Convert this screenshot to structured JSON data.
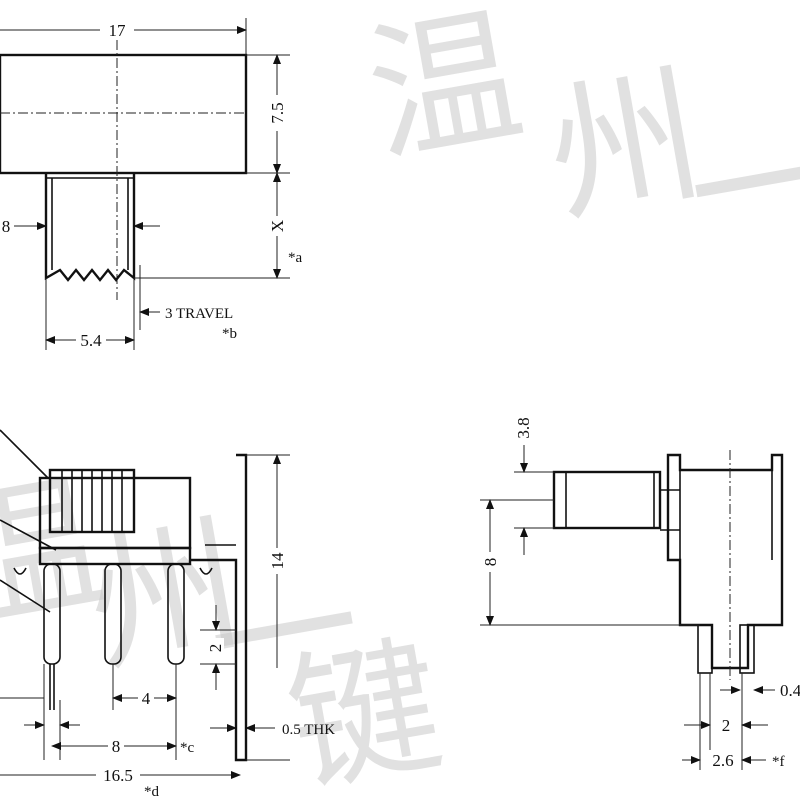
{
  "watermark": {
    "text": "温州一键"
  },
  "top_view": {
    "dim_width": "17",
    "dim_height": "7.5",
    "dim_actuator_width": "8",
    "dim_actuator_height": "X",
    "note_a": "*a",
    "dim_actuator_base": "5.4",
    "travel_label": "3 TRAVEL",
    "note_b": "*b"
  },
  "front_view": {
    "dim_height": "14",
    "dim_pin_length": "2",
    "dim_pin_pitch": "4",
    "dim_outer_pins": "8",
    "note_c": "*c",
    "dim_total_length": "16.5",
    "note_d": "*d",
    "thickness_label": "0.5 THK"
  },
  "side_view": {
    "dim_actuator_dia": "3.8",
    "dim_height": "8",
    "dim_lead_width": "0.4",
    "dim_lead_pitch": "2",
    "dim_body_depth": "2.6",
    "note_f": "*f"
  }
}
